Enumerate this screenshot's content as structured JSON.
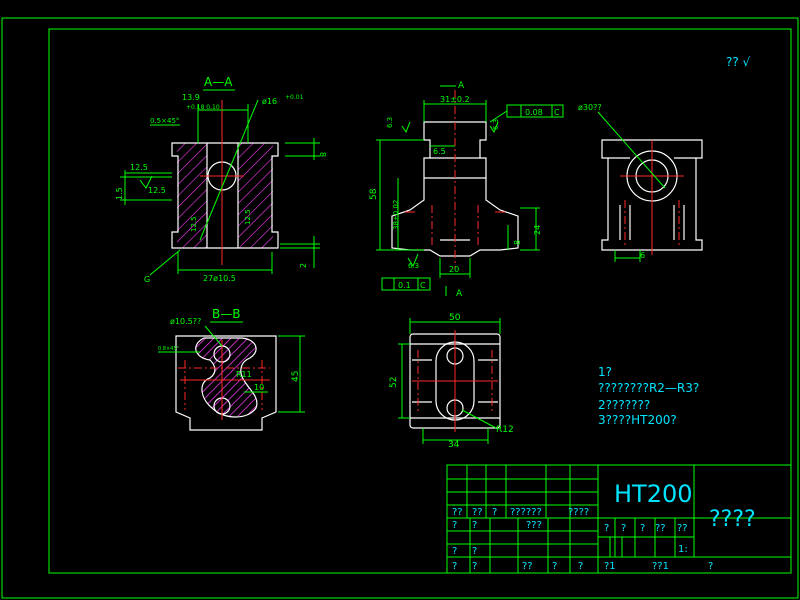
{
  "sheet": {
    "finish_mark": "?? √"
  },
  "views": {
    "section_aa": {
      "title": "A—A",
      "dim_top_a": "13.9",
      "dim_top_tol": "+0.18\n0.10",
      "dim_hole": "ø16",
      "dim_hole_tol": "+0.01",
      "dim_chamfer": "0.5×45°",
      "dim_left_rough": "12.5",
      "dim_left_rough2": "12.5",
      "dim_left_num": "1.5",
      "dim_right_8": "8",
      "dim_mid_rough": "12.5",
      "dim_mid_rough2": "12.5",
      "dim_bottom": "27ø10.5",
      "dim_bottom_2": "2",
      "dim_g": "G"
    },
    "front": {
      "dim_top": "31±0.2",
      "dim_arrow_a": "A",
      "dim_tol_frame": "0.08",
      "dim_tol_ref": "C",
      "dim_rough_l": "6.3",
      "dim_rough_r": "6.3",
      "dim_65": "6.5",
      "dim_58": "58",
      "dim_38": "38±0.02",
      "dim_24": "24",
      "dim_8": "8",
      "dim_20": "20",
      "dim_63": "6.3",
      "dim_par_val": "0.1",
      "dim_par_ref": "C",
      "dim_arrow_a2": "A"
    },
    "side": {
      "dim_hole": "ø30??",
      "dim_6": "6"
    },
    "section_bb": {
      "title": "B—B",
      "dim_hole": "ø10.5??",
      "dim_r": "R11",
      "dim_10": "10",
      "dim_45": "45",
      "dim_small": "0.8×45°"
    },
    "top": {
      "dim_50": "50",
      "dim_52": "52",
      "dim_34": "34",
      "dim_r12": "R12"
    }
  },
  "notes": [
    "1?",
    "????????R2—R3?",
    "2???????",
    "3????HT200?"
  ],
  "title_block": {
    "material": "HT200",
    "drawing_name": "????",
    "row_a": [
      "??",
      "??",
      "?",
      "??????",
      "????"
    ],
    "row_b": [
      "?",
      "?",
      "???"
    ],
    "row_c": [
      "?",
      "?"
    ],
    "row_d": [
      "?",
      "?",
      "??",
      "?",
      "?"
    ],
    "right_a": [
      "?",
      "?",
      "?",
      "??",
      "??"
    ],
    "scale": "1:",
    "sheet_l": "?1",
    "sheet_m": "??1",
    "sheet_r": "?"
  }
}
